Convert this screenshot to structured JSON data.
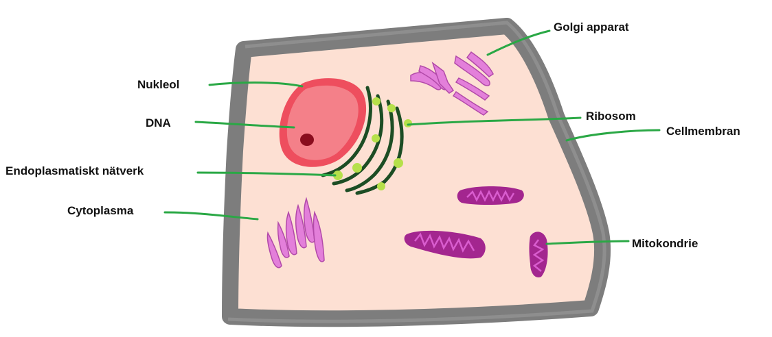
{
  "labels": {
    "golgi": "Golgi apparat",
    "nukleol": "Nukleol",
    "ribosom": "Ribosom",
    "cellmembran": "Cellmembran",
    "dna": "DNA",
    "er": "Endoplasmatiskt nätverk",
    "cytoplasma": "Cytoplasma",
    "mitokondrie": "Mitokondrie"
  },
  "colors": {
    "membrane": "#7d7d7d",
    "cytoplasm": "#fde0d3",
    "nucleus_outer": "#ee4e5e",
    "nucleus_inner": "#f48089",
    "dna": "#8a0d1e",
    "er": "#1c4d24",
    "ribosome": "#b6e04a",
    "golgi": "#e37fda",
    "mitochondria_fill": "#a3268f",
    "mitochondria_inner": "#d95dcf",
    "leader_line": "#2aa845"
  }
}
